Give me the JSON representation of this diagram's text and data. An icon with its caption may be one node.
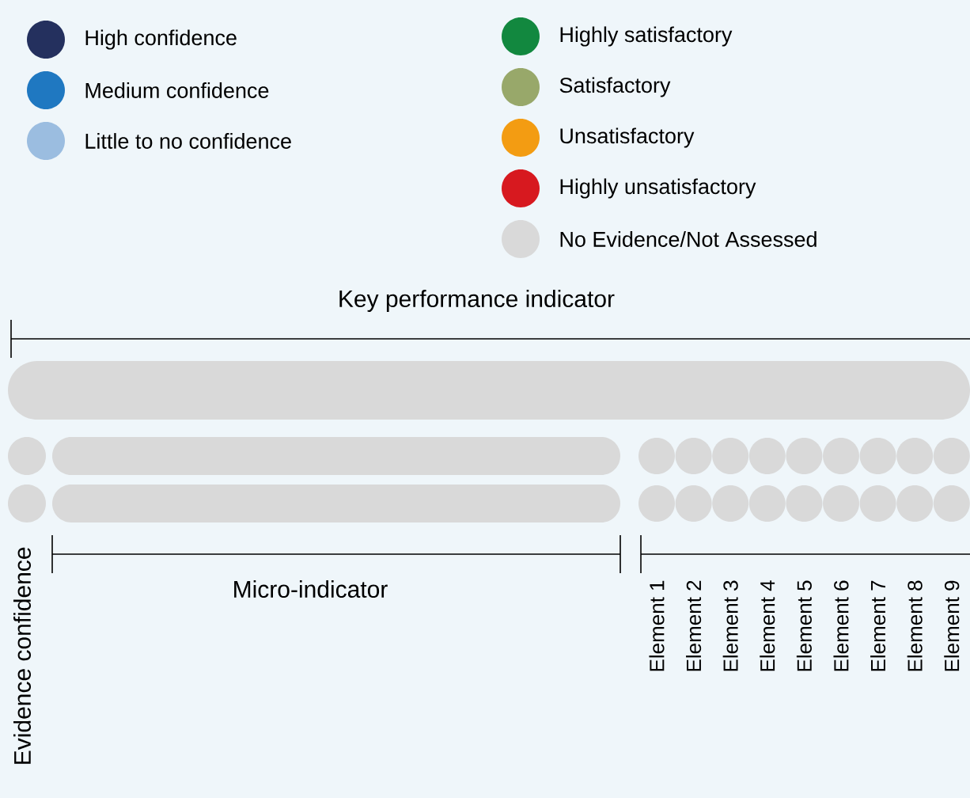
{
  "diagram": {
    "labels": [
      "Key performance indicator",
      "Evidence confidence",
      "Micro-indicator",
      "Element 1",
      "Element 2",
      "Element 3",
      "Element 4",
      "Element 5",
      "Element 6",
      "Element 7",
      "Element 8",
      "Element 9"
    ],
    "legend": [
      {
        "text": "High confidence",
        "color": "#24305e"
      },
      {
        "text": "Medium confidence",
        "color": "#1f78c1"
      },
      {
        "text": "Little to no confidence",
        "color": "#9bbde0"
      },
      {
        "text": "Highly satisfactory",
        "color": "#12883f"
      },
      {
        "text": "Satisfactory",
        "color": "#98a86a"
      },
      {
        "text": "Unsatisfactory",
        "color": "#f39c12"
      },
      {
        "text": "Highly unsatisfactory",
        "color": "#d7191f"
      },
      {
        "text": "No Evidence/Not Assessed",
        "color": "#d9d9d9"
      }
    ]
  }
}
